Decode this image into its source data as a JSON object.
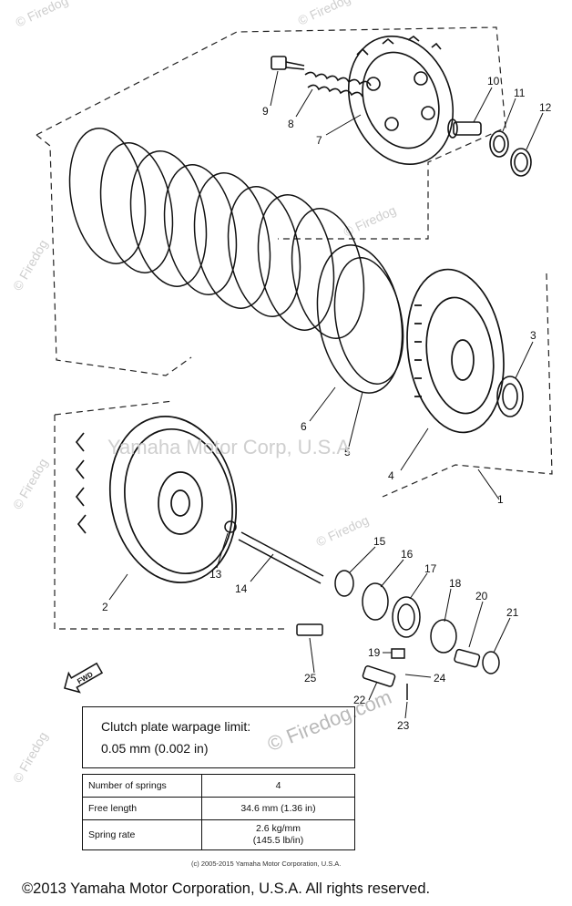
{
  "callouts": [
    "1",
    "2",
    "3",
    "4",
    "5",
    "6",
    "7",
    "8",
    "9",
    "10",
    "11",
    "12",
    "13",
    "14",
    "15",
    "16",
    "17",
    "18",
    "19",
    "20",
    "21",
    "22",
    "23",
    "24",
    "25"
  ],
  "fwd_label": "FWD",
  "spec_box": {
    "title": "Clutch plate warpage limit:",
    "value": "0.05 mm (0.002 in)"
  },
  "spring_table": {
    "rows": [
      {
        "label": "Number of springs",
        "value": "4"
      },
      {
        "label": "Free length",
        "value": "34.6 mm (1.36 in)"
      },
      {
        "label": "Spring rate",
        "value": "2.6 kg/mm",
        "value2": "(145.5 lb/in)"
      }
    ]
  },
  "watermarks": {
    "center": "Yamaha Motor Corp, U.S.A",
    "link": "© Firedog.com",
    "corner": "© Firedog"
  },
  "small_copyright": "(c) 2005-2015 Yamaha Motor Corporation, U.S.A.",
  "footer": "©2013 Yamaha Motor Corporation, U.S.A. All rights reserved."
}
